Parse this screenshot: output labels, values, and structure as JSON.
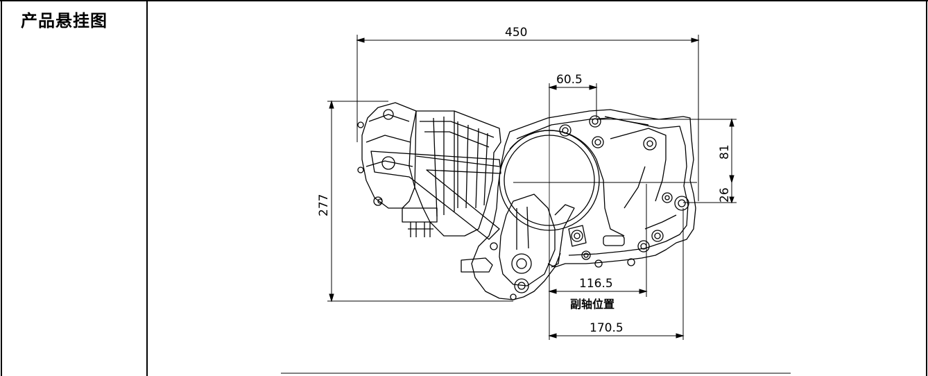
{
  "table": {
    "row_label": "产品悬挂图"
  },
  "drawing": {
    "dim_overall_width": "450",
    "dim_overall_height": "277",
    "dim_top_offset": "60.5",
    "dim_right_upper": "81",
    "dim_right_lower": "26",
    "dim_bottom_inner": "116.5",
    "dim_bottom_outer": "170.5",
    "note_countershaft": "副轴位置"
  }
}
